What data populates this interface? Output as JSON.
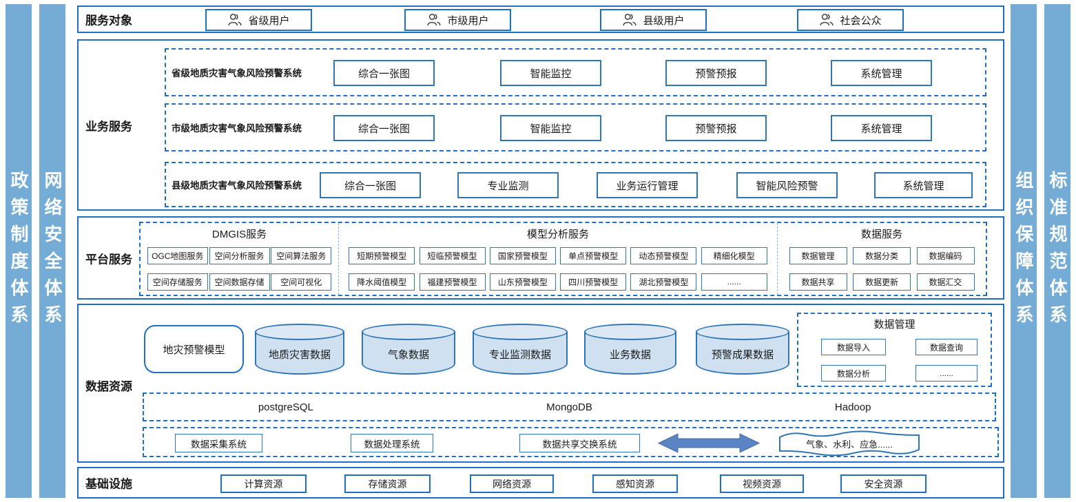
{
  "colors": {
    "border_blue": "#1f6fc0",
    "item_blue": "#2e75b6",
    "sidebar_blue": "#74acd5",
    "cylinder_fill": "#cfe1f1",
    "arrow_blue": "#5b84c4"
  },
  "side_bars": {
    "left": [
      "政策制度体系",
      "网络安全体系"
    ],
    "right": [
      "组织保障体系",
      "标准规范体系"
    ]
  },
  "service_targets": {
    "label": "服务对象",
    "items": [
      "省级用户",
      "市级用户",
      "县级用户",
      "社会公众"
    ]
  },
  "business": {
    "label": "业务服务",
    "rows": [
      {
        "title": "省级地质灾害气象风险预警系统",
        "items": [
          "综合一张图",
          "智能监控",
          "预警预报",
          "系统管理"
        ]
      },
      {
        "title": "市级地质灾害气象风险预警系统",
        "items": [
          "综合一张图",
          "智能监控",
          "预警预报",
          "系统管理"
        ]
      },
      {
        "title": "县级地质灾害气象风险预警系统",
        "items": [
          "综合一张图",
          "专业监测",
          "业务运行管理",
          "智能风险预警",
          "系统管理"
        ]
      }
    ]
  },
  "platform": {
    "label": "平台服务",
    "groups": [
      {
        "title": "DMGIS服务",
        "rows": [
          [
            "OGC地图服务",
            "空间分析服务",
            "空间算法服务"
          ],
          [
            "空间存储服务",
            "空间数据存储",
            "空间可视化"
          ]
        ]
      },
      {
        "title": "模型分析服务",
        "rows": [
          [
            "短期预警模型",
            "短临预警模型",
            "国家预警模型",
            "单点预警模型",
            "动态预警模型",
            "精细化模型"
          ],
          [
            "降水阈值模型",
            "福建预警模型",
            "山东预警模型",
            "四川预警模型",
            "湖北预警模型",
            "......"
          ]
        ]
      },
      {
        "title": "数据服务",
        "rows": [
          [
            "数据管理",
            "数据分类",
            "数据编码"
          ],
          [
            "数据共享",
            "数据更新",
            "数据汇交"
          ]
        ]
      }
    ]
  },
  "data_resources": {
    "label": "数据资源",
    "model_box": "地灾预警模型",
    "cylinders": [
      "地质灾害数据",
      "气象数据",
      "专业监测数据",
      "业务数据",
      "预警成果数据"
    ],
    "data_mgmt": {
      "title": "数据管理",
      "items": [
        "数据导入",
        "数据查询",
        "数据分析",
        "......"
      ]
    },
    "databases": [
      "postgreSQL",
      "MongoDB",
      "Hadoop"
    ],
    "systems": [
      "数据采集系统",
      "数据处理系统",
      "数据共享交换系统"
    ],
    "external": "气象、水利、应急......"
  },
  "infrastructure": {
    "label": "基础设施",
    "items": [
      "计算资源",
      "存储资源",
      "网络资源",
      "感知资源",
      "视频资源",
      "安全资源"
    ]
  }
}
